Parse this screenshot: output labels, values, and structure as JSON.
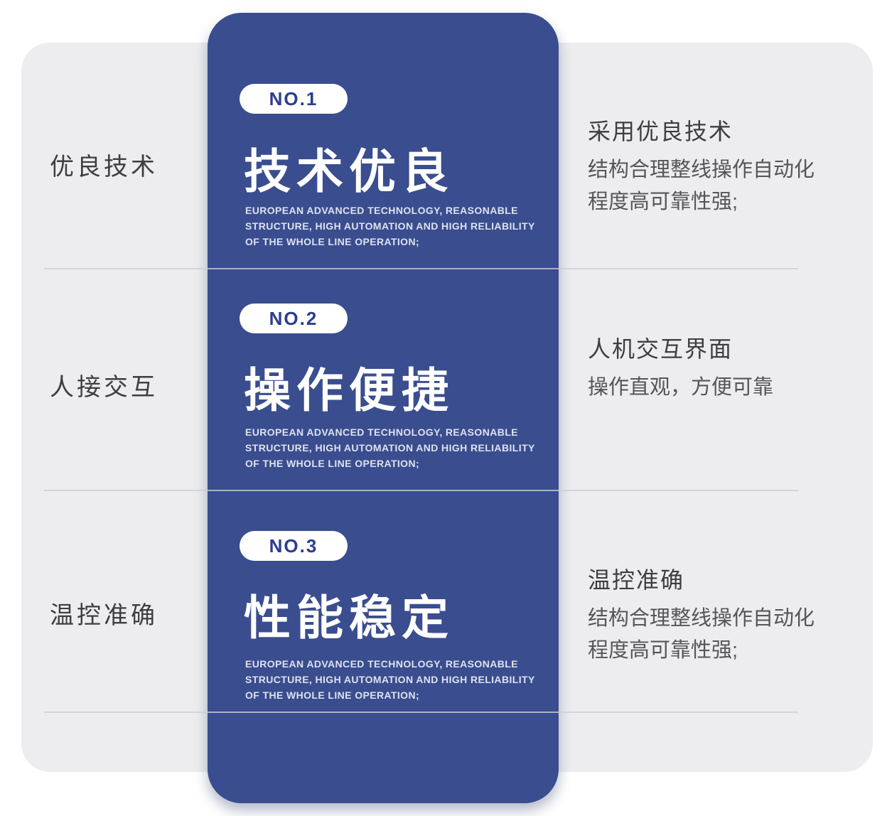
{
  "colors": {
    "card_blue": "#3a4d8e",
    "badge_text_blue": "#2c3d8f",
    "panel_gray": "#ededef",
    "divider_gray": "#cdcdd3",
    "title_white": "#ffffff",
    "label_dark": "#3e3e41"
  },
  "sections": [
    {
      "left_label": "优良技术",
      "badge": "NO.1",
      "title": "技术优良",
      "subtitle_lines": [
        "EUROPEAN ADVANCED TECHNOLOGY, REASONABLE",
        "STRUCTURE, HIGH AUTOMATION AND HIGH RELIABILITY",
        "OF THE WHOLE LINE OPERATION;"
      ],
      "right": {
        "heading": "采用优良技术",
        "body_lines": [
          "结构合理整线操作自动化",
          "程度高可靠性强;"
        ]
      }
    },
    {
      "left_label": "人接交互",
      "badge": "NO.2",
      "title": "操作便捷",
      "subtitle_lines": [
        "EUROPEAN ADVANCED TECHNOLOGY, REASONABLE",
        "STRUCTURE, HIGH AUTOMATION AND HIGH RELIABILITY",
        "OF THE WHOLE LINE OPERATION;"
      ],
      "right": {
        "heading": "人机交互界面",
        "body_lines": [
          "操作直观，方便可靠"
        ]
      }
    },
    {
      "left_label": "温控准确",
      "badge": "NO.3",
      "title": "性能稳定",
      "subtitle_lines": [
        "EUROPEAN ADVANCED TECHNOLOGY, REASONABLE",
        "STRUCTURE, HIGH AUTOMATION AND HIGH RELIABILITY",
        "OF THE WHOLE LINE OPERATION;"
      ],
      "right": {
        "heading": "温控准确",
        "body_lines": [
          "结构合理整线操作自动化",
          "程度高可靠性强;"
        ]
      }
    }
  ]
}
